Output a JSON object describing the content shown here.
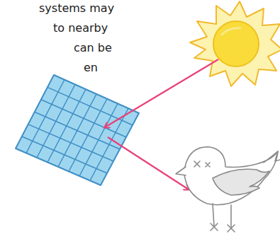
{
  "diagram": {
    "labels": [
      "systems may",
      "to nearby",
      "can be",
      "en"
    ]
  }
}
